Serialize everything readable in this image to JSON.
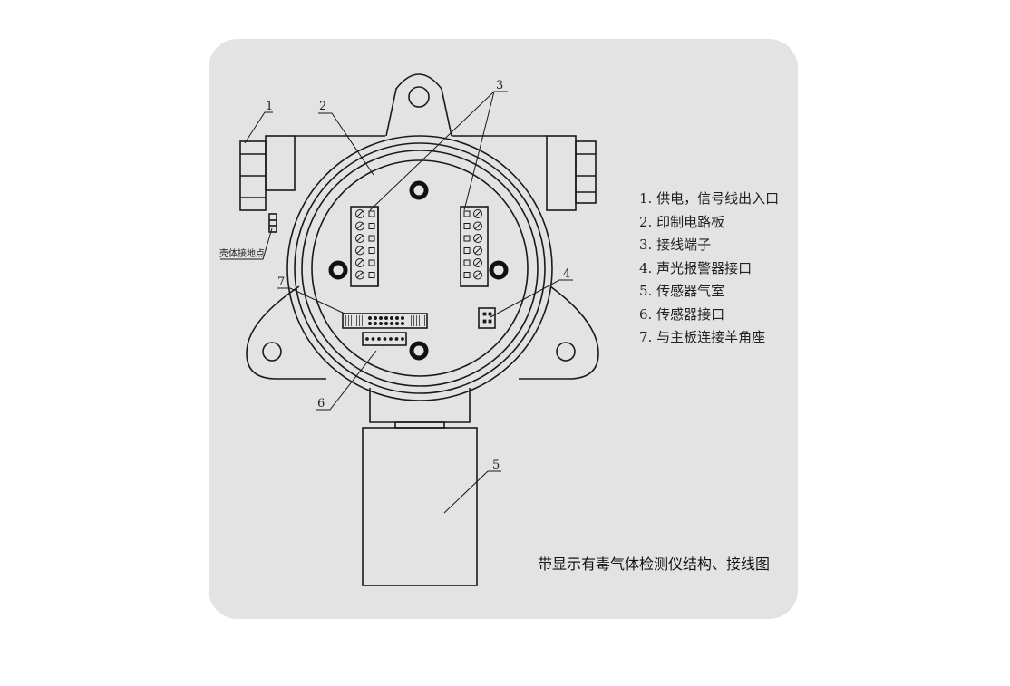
{
  "callouts": [
    {
      "num": "1"
    },
    {
      "num": "2"
    },
    {
      "num": "3"
    },
    {
      "num": "4"
    },
    {
      "num": "5"
    },
    {
      "num": "6"
    },
    {
      "num": "7"
    }
  ],
  "ground_label": "壳体接地点",
  "legend": [
    "1. 供电，信号线出入口",
    "2. 印制电路板",
    "3. 接线端子",
    "4. 声光报警器接口",
    "5. 传感器气室",
    "6. 传感器接口",
    "7. 与主板连接羊角座"
  ],
  "caption": "带显示有毒气体检测仪结构、接线图",
  "colors": {
    "panel": "#e3e3e3",
    "line": "#1a1a1a",
    "ink": "#222222"
  }
}
